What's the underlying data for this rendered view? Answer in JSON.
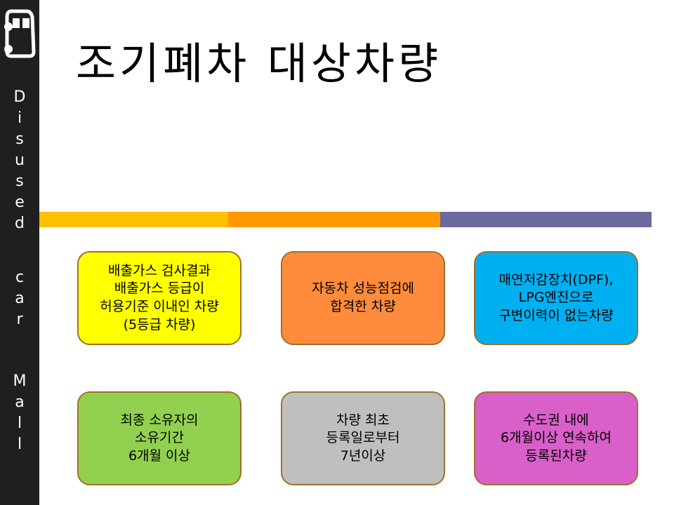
{
  "sidebar": {
    "logo_icon": "car-icon",
    "vertical_text_1": [
      "D",
      "i",
      "s",
      "u",
      "s",
      "e",
      "d"
    ],
    "vertical_text_2": [
      "c",
      "a",
      "r"
    ],
    "vertical_text_3": [
      "M",
      "a",
      "l",
      "l"
    ]
  },
  "title": "조기폐차 대상차량",
  "colors": {
    "sidebar": "#1f1f1f",
    "bar_1": "#ffc000",
    "bar_2": "#ff9900",
    "bar_3": "#6a6a9c",
    "yellow": "#ffff00",
    "orange": "#ff8c3c",
    "blue": "#00b0f0",
    "green": "#92d050",
    "gray": "#bfbfbf",
    "magenta": "#d95fc9"
  },
  "boxes": [
    {
      "lines": [
        "배출가스 검사결과",
        "배출가스 등급이",
        "허용기준 이내인 차량",
        "(5등급 차량)"
      ]
    },
    {
      "lines": [
        "자동차 성능점검에",
        "합격한 차량"
      ]
    },
    {
      "lines": [
        "매연저감장치(DPF),",
        "LPG엔진으로",
        "구변이력이 없는차량"
      ]
    },
    {
      "lines": [
        "최종 소유자의",
        "소유기간",
        "6개월 이상"
      ]
    },
    {
      "lines": [
        "차량 최초",
        "등록일로부터",
        "7년이상"
      ]
    },
    {
      "lines": [
        "수도권 내에",
        "6개월이상 연속하여",
        "등록된차량"
      ]
    }
  ]
}
